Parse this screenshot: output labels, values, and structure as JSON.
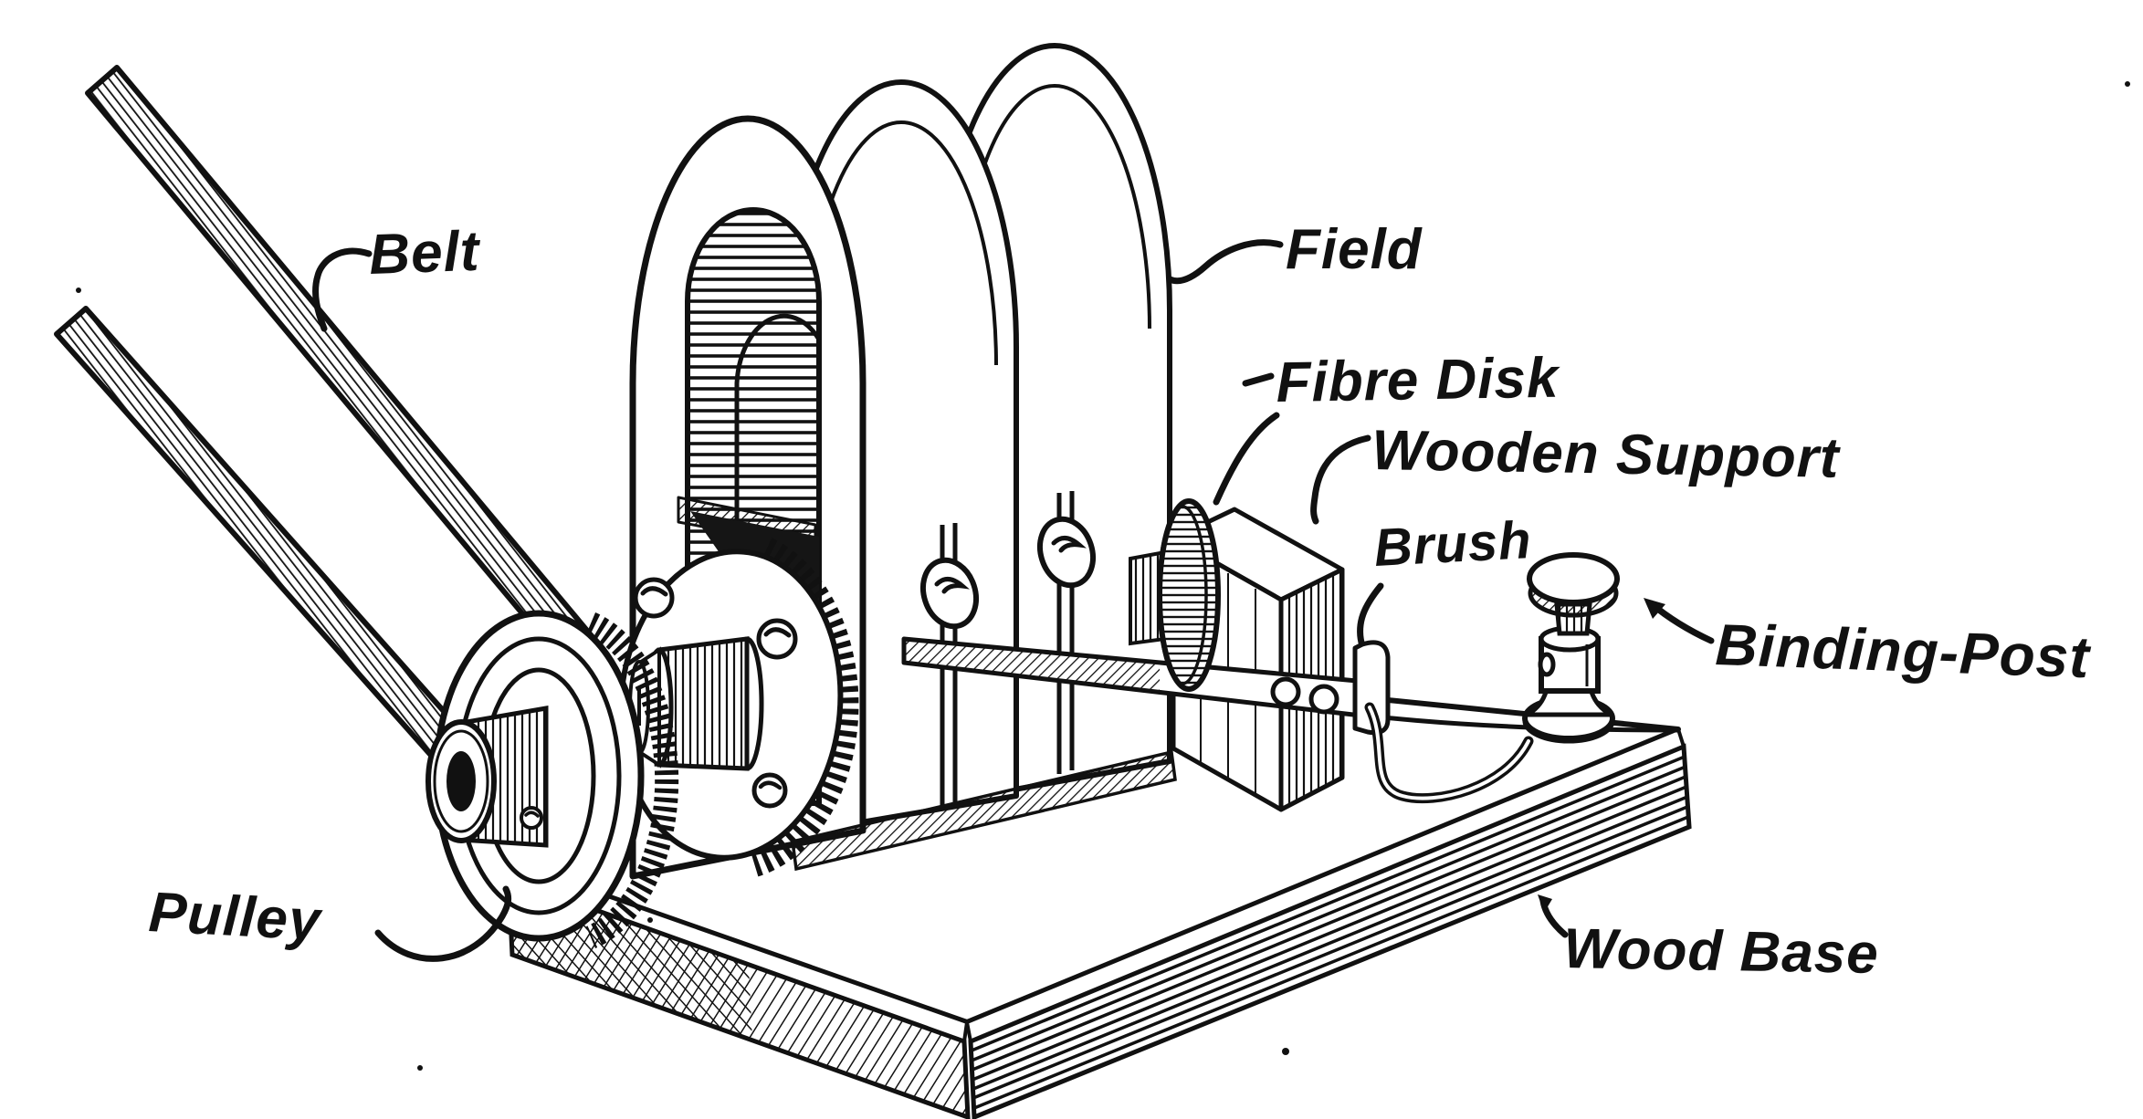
{
  "figure": {
    "subject": "Hand-drawn illustration of a small belt-driven electric motor (dynamo) mounted on a wood base",
    "style": "vintage pen-and-ink engraving, black on white",
    "background_color": "#ffffff",
    "ink_color": "#111111"
  },
  "labels": {
    "belt": "Belt",
    "field": "Field",
    "fibre_disk": "Fibre Disk",
    "wooden_support": "Wooden Support",
    "brush": "Brush",
    "binding_post": "Binding-Post",
    "pulley": "Pulley",
    "wood_base": "Wood Base"
  }
}
